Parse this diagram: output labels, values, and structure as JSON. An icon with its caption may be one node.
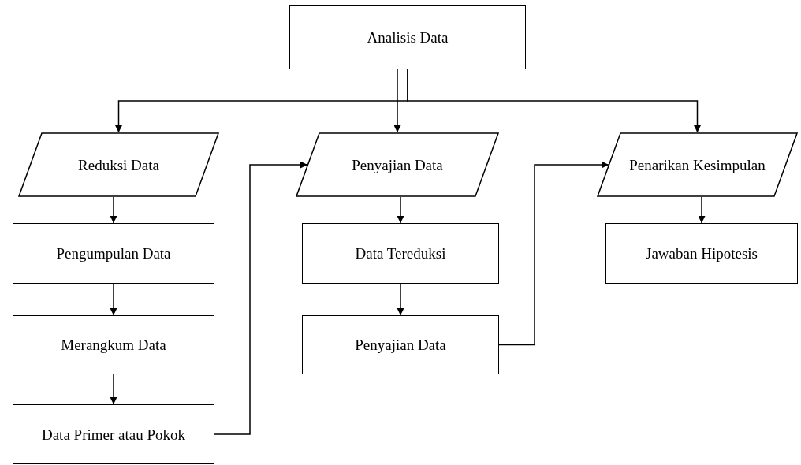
{
  "diagram": {
    "nodes": [
      {
        "text": [
          "Analisis Data"
        ]
      },
      {
        "text": [
          "Reduksi Data"
        ]
      },
      {
        "text": [
          "Penyajian Data"
        ]
      },
      {
        "text": [
          "Penarikan Kesimpulan"
        ]
      },
      {
        "text": [
          "Pengumpulan Data"
        ]
      },
      {
        "text": [
          "Merangkum Data"
        ]
      },
      {
        "text": [
          "Data Primer atau Pokok"
        ]
      },
      {
        "text": [
          "Data Tereduksi"
        ]
      },
      {
        "text": [
          "Penyajian Data"
        ]
      },
      {
        "text": [
          "Jawaban Hipotesis"
        ]
      }
    ],
    "edges": [
      {
        "from": 0,
        "to": 1,
        "arrow": "to"
      },
      {
        "from": 0,
        "to": 2,
        "arrow": "to"
      },
      {
        "from": 0,
        "to": 3,
        "arrow": "to"
      },
      {
        "from": 1,
        "to": 4,
        "arrow": "to"
      },
      {
        "from": 4,
        "to": 5,
        "arrow": "to"
      },
      {
        "from": 5,
        "to": 6,
        "arrow": "to"
      },
      {
        "from": 6,
        "to": 2,
        "arrow": "to"
      },
      {
        "from": 2,
        "to": 7,
        "arrow": "to"
      },
      {
        "from": 7,
        "to": 8,
        "arrow": "to"
      },
      {
        "from": 8,
        "to": 3,
        "arrow": "to"
      },
      {
        "from": 3,
        "to": 9,
        "arrow": "to"
      }
    ]
  }
}
